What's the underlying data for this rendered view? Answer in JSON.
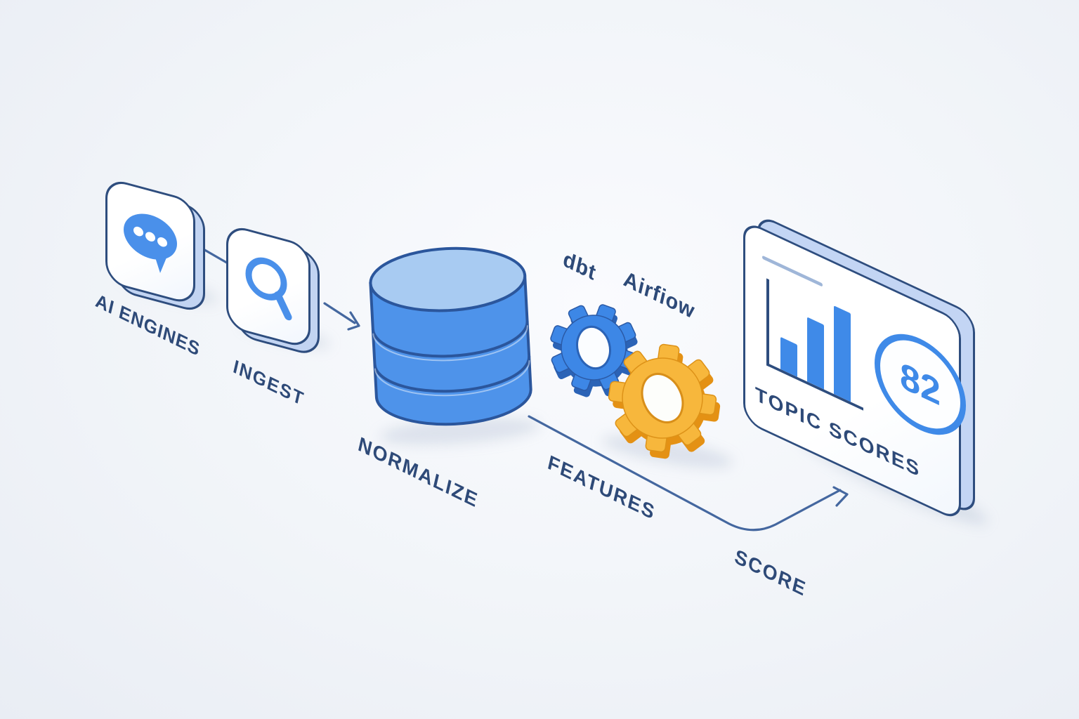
{
  "colors": {
    "accent_blue": "#3f8ae8",
    "icon_blue": "#4a90ea",
    "navy_outline": "#2e4d7e",
    "text_navy": "#2e4a78",
    "connector_line": "#44679f",
    "depth_light_blue": "#c2d4f2",
    "database_top": "#a8cbf2",
    "database_body": "#4e93ea",
    "gear_blue": "#3d87e6",
    "gear_yellow": "#f7b73c",
    "background": "#f1f4f9"
  },
  "labels": {
    "ai_engines": "AI ENGINES",
    "ingest": "INGEST",
    "normalize": "NORMALIZE",
    "dbt": "dbt",
    "airflow": "Airfiow",
    "features": "FEATURES",
    "score": "SCORE"
  },
  "panel": {
    "heading": "TOPIC SCORES",
    "badge_value": "82",
    "chart": {
      "type": "bar",
      "bars": [
        46,
        92,
        126
      ]
    }
  },
  "flow": [
    "AI ENGINES",
    "INGEST",
    "NORMALIZE",
    "FEATURES",
    "SCORE",
    "TOPIC SCORES"
  ]
}
